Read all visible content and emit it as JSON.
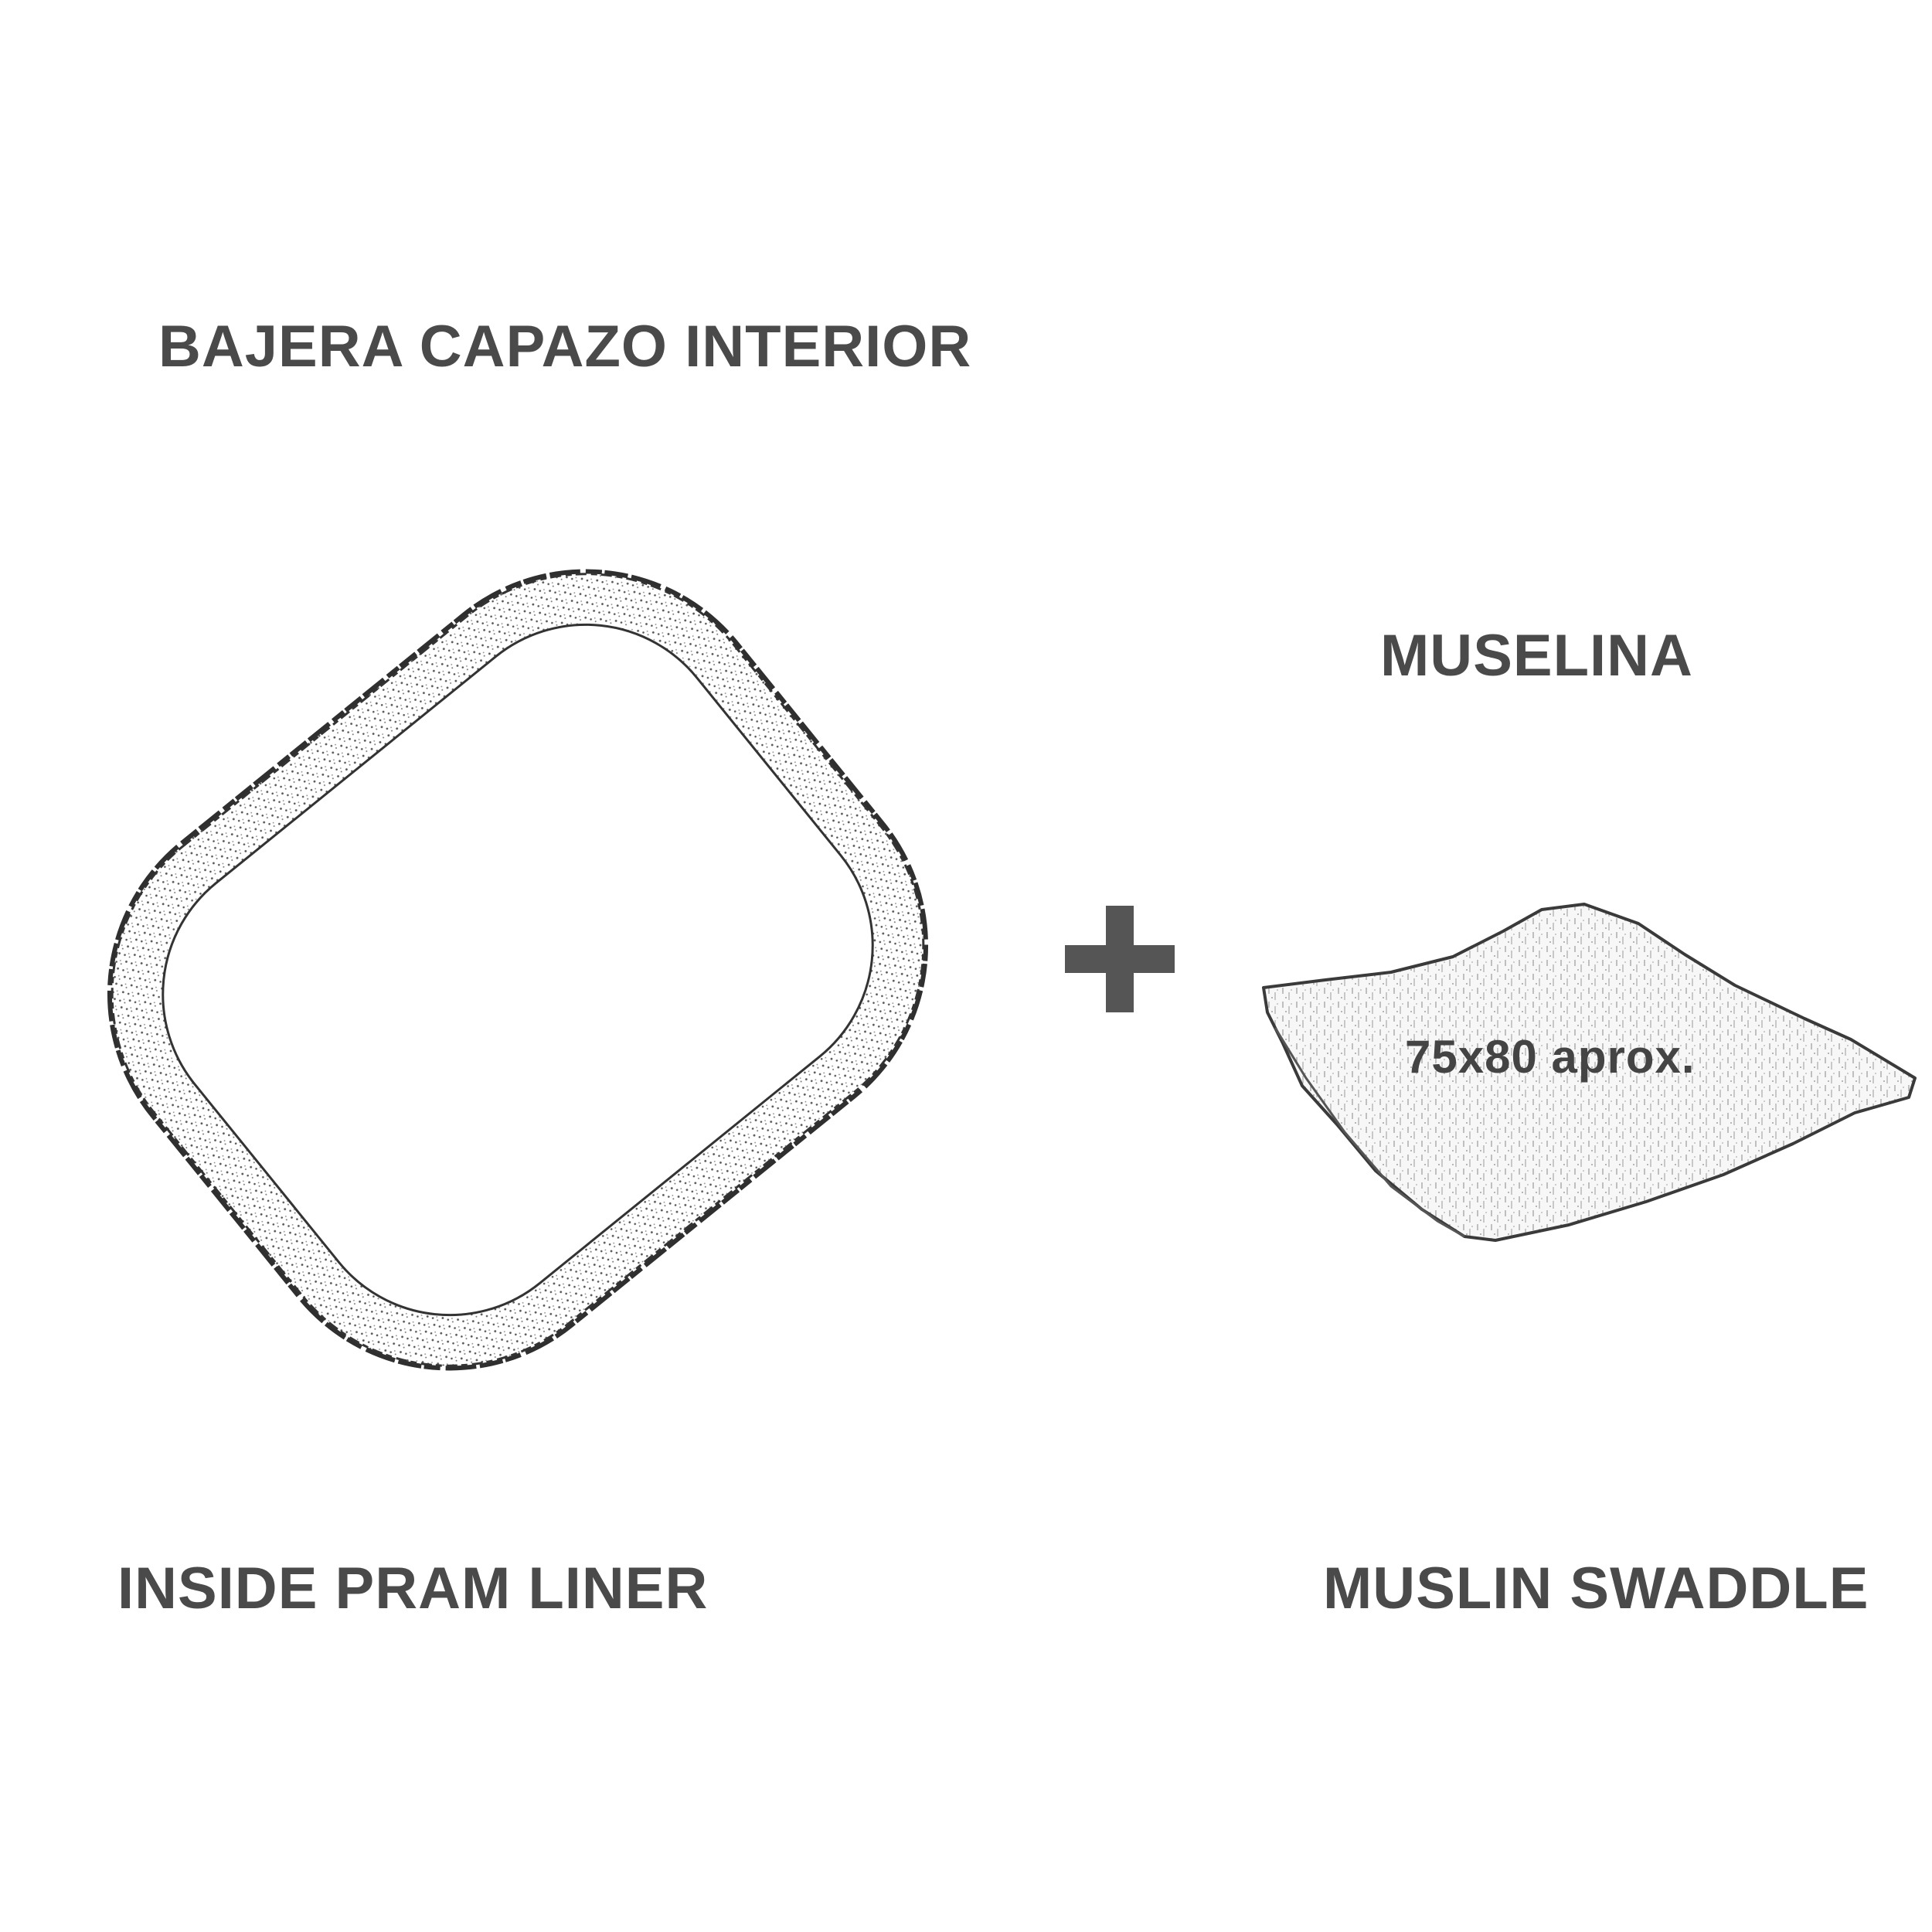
{
  "labels": {
    "liner_es": "BAJERA CAPAZO INTERIOR",
    "liner_en": "INSIDE PRAM LINER",
    "muslin_es": "MUSELINA",
    "muslin_en": "MUSLIN SWADDLE",
    "muslin_size": "75x80 aprox."
  },
  "icons": {
    "plus": "plus-icon"
  },
  "colors": {
    "text": "#4a4a4a",
    "plus": "#555555",
    "outline": "#333333"
  }
}
